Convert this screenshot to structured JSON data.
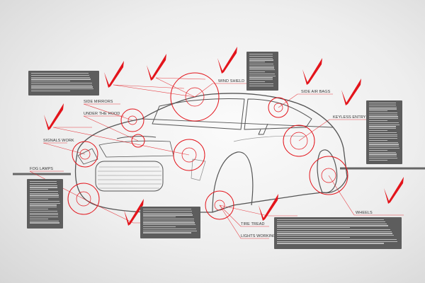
{
  "labels": {
    "side_mirrors": "SIDE MIRRORS",
    "under_the_hood": "UNDER THE HOOD",
    "signals_work": "SIGNALS WORK",
    "fog_lamps": "FOG LAMPS",
    "wind_shield": "WIND SHIELD",
    "side_air_bags": "SIDE AIR BAGS",
    "keyless_entry": "KEYLESS ENTRY",
    "wheels": "WHEELS",
    "tire_tread": "TIRE TREAD",
    "lights_working": "LIGHTS WORKING"
  },
  "icons": {
    "check": "checkmark-icon",
    "target": "target-circle-icon"
  },
  "colors": {
    "accent": "#e3141b",
    "box": "#5d5d5d",
    "line": "#555555"
  }
}
